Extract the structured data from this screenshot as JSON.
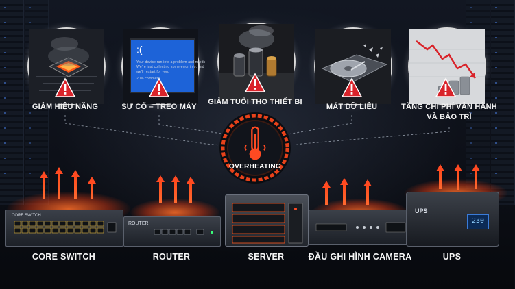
{
  "problems": [
    {
      "label": "GIẢM HIỆU NĂNG",
      "icon": "cpu-chip-icon"
    },
    {
      "label": "SỰ CỐ – TREO MÁY",
      "icon": "blue-screen-icon"
    },
    {
      "label": "GIẢM TUỔI THỌ THIẾT BỊ",
      "icon": "burnt-capacitor-icon"
    },
    {
      "label": "MẤT DỮ LIỆU",
      "icon": "broken-hard-drive-icon"
    },
    {
      "label": "TĂNG CHI PHÍ VẬN HÀNH",
      "label2": "VÀ BẢO TRÌ",
      "icon": "falling-chart-coins-icon"
    }
  ],
  "bsod": {
    "face": ":(",
    "line1": "Your device ran into a problem and needs",
    "line2": "We're just collecting some error info, and",
    "line3": "we'll restart for you.",
    "progress": "20% complete"
  },
  "center": {
    "label": "OVERHEATING",
    "icon": "thermometer-icon"
  },
  "devices": [
    {
      "label": "CORE SWITCH",
      "panel_text": "CORE SWITCH"
    },
    {
      "label": "ROUTER",
      "panel_text": "ROUTER"
    },
    {
      "label": "SERVER"
    },
    {
      "label": "ĐẦU GHI HÌNH CAMERA"
    },
    {
      "label": "UPS",
      "panel_text": "UPS",
      "display": "230"
    }
  ],
  "colors": {
    "heat": "#ff4a1c",
    "ring": "#e8421a",
    "bsod": "#1d63d8",
    "warning": "#d9232a"
  }
}
